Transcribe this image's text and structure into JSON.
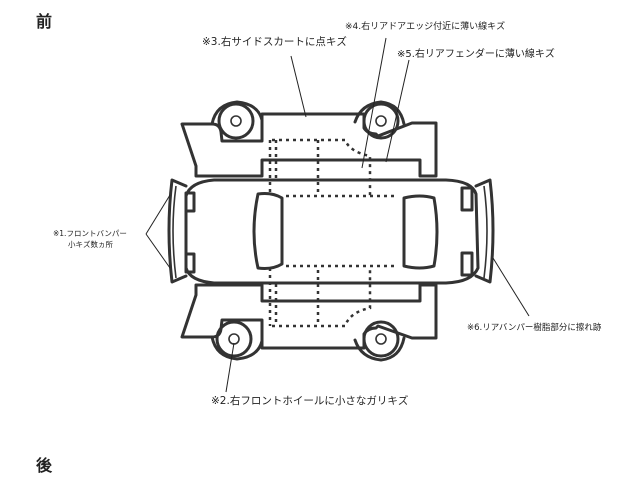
{
  "labels": {
    "front": "前",
    "rear": "後"
  },
  "notes": {
    "n1_line1": "※1.フロントバンパー",
    "n1_line2": "小キズ数ヵ所",
    "n2": "※2.右フロントホイールに小さなガリキズ",
    "n3": "※3.右サイドスカートに点キズ",
    "n4": "※4.右リアドアエッジ付近に薄い線キズ",
    "n5": "※5.右リアフェンダーに薄い線キズ",
    "n6": "※6.リアバンパー樹脂部分に擦れ跡"
  },
  "colors": {
    "line": "#333333",
    "background": "#ffffff"
  }
}
